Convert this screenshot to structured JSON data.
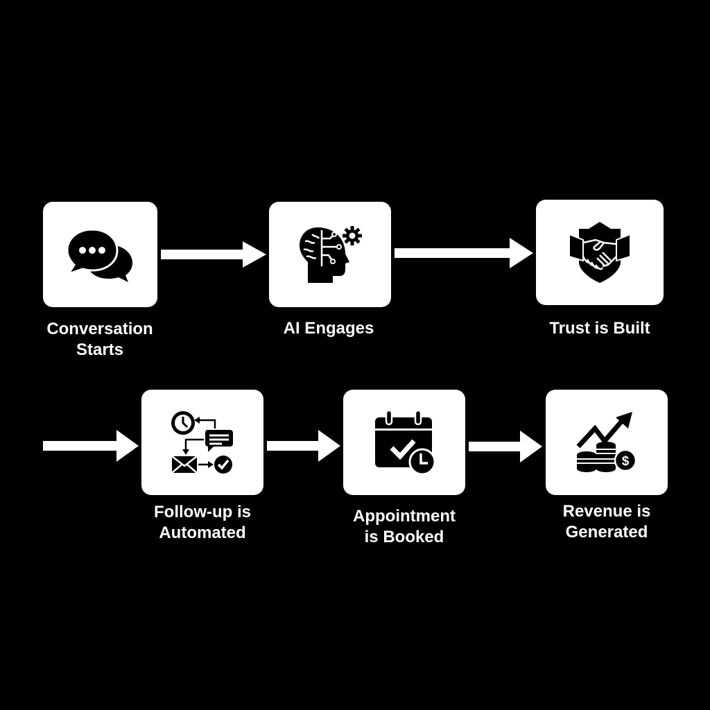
{
  "colors": {
    "background": "#000000",
    "box": "#ffffff",
    "icon": "#000000",
    "arrow": "#ffffff",
    "text": "#ffffff"
  },
  "steps": [
    {
      "icon": "chat-bubbles-icon",
      "label_line1": "Conversation",
      "label_line2": "Starts"
    },
    {
      "icon": "ai-brain-head-gear-icon",
      "label_line1": "AI Engages",
      "label_line2": ""
    },
    {
      "icon": "handshake-shield-icon",
      "label_line1": "Trust is Built",
      "label_line2": ""
    },
    {
      "icon": "automation-workflow-icon",
      "label_line1": "Follow-up is",
      "label_line2": "Automated"
    },
    {
      "icon": "calendar-check-clock-icon",
      "label_line1": "Appointment",
      "label_line2": "is Booked"
    },
    {
      "icon": "revenue-growth-coins-icon",
      "label_line1": "Revenue is",
      "label_line2": "Generated"
    }
  ]
}
